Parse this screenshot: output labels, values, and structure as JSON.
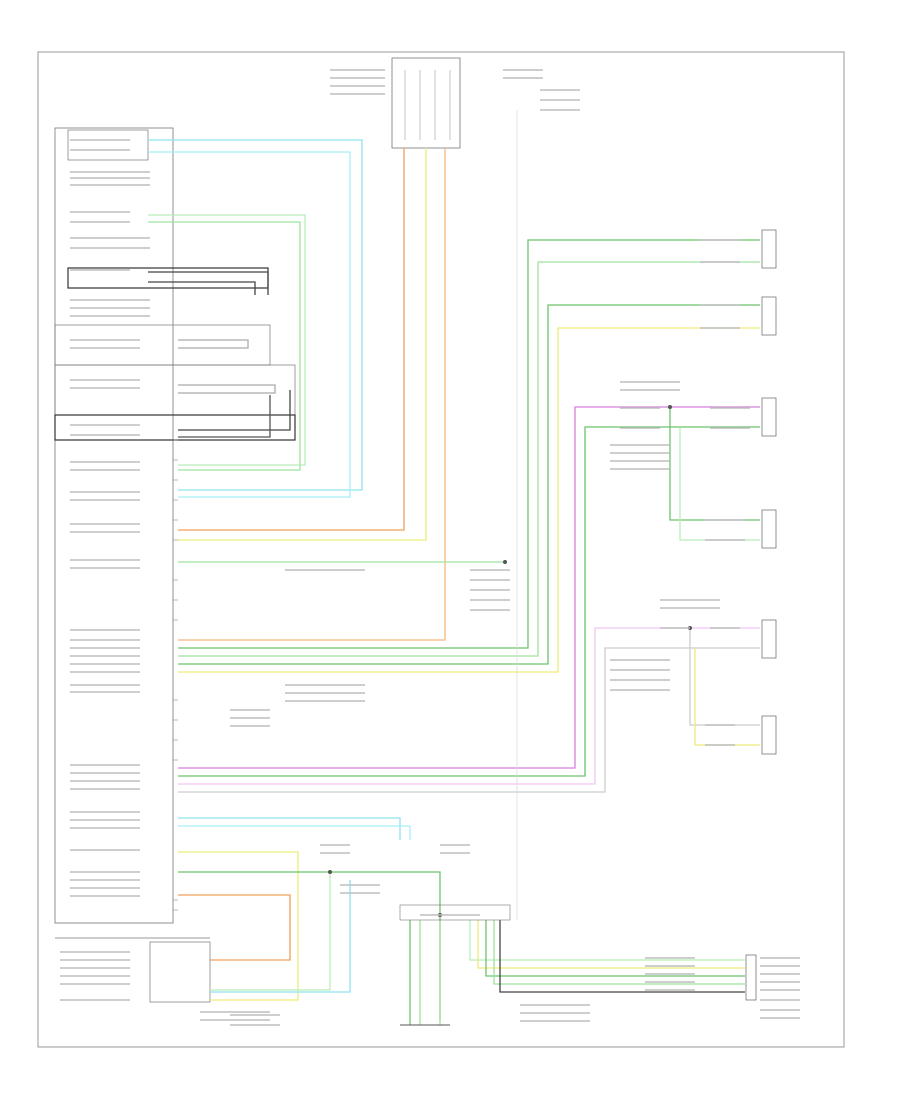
{
  "palette": {
    "ltgreen": "#9fe39f",
    "green": "#6cc26c",
    "orange": "#f0a05a",
    "yellow": "#ecec7a",
    "cyan": "#8fe3ef",
    "violet": "#d77fe0",
    "gray": "#8f8f8f",
    "black": "#333333",
    "frame": "#999999"
  },
  "diagram": {
    "page_label": "",
    "nodes": [
      {
        "id": "amp-top",
        "label": ""
      },
      {
        "id": "left-front-speaker",
        "label": ""
      },
      {
        "id": "right-front-speaker",
        "label": ""
      },
      {
        "id": "right-front-door-speaker",
        "label": ""
      },
      {
        "id": "right-rear-door-speaker",
        "label": ""
      },
      {
        "id": "left-front-door-speaker",
        "label": ""
      },
      {
        "id": "left-rear-door-speaker",
        "label": ""
      },
      {
        "id": "bottom-splice",
        "label": ""
      },
      {
        "id": "bottom-ground",
        "label": ""
      }
    ]
  }
}
